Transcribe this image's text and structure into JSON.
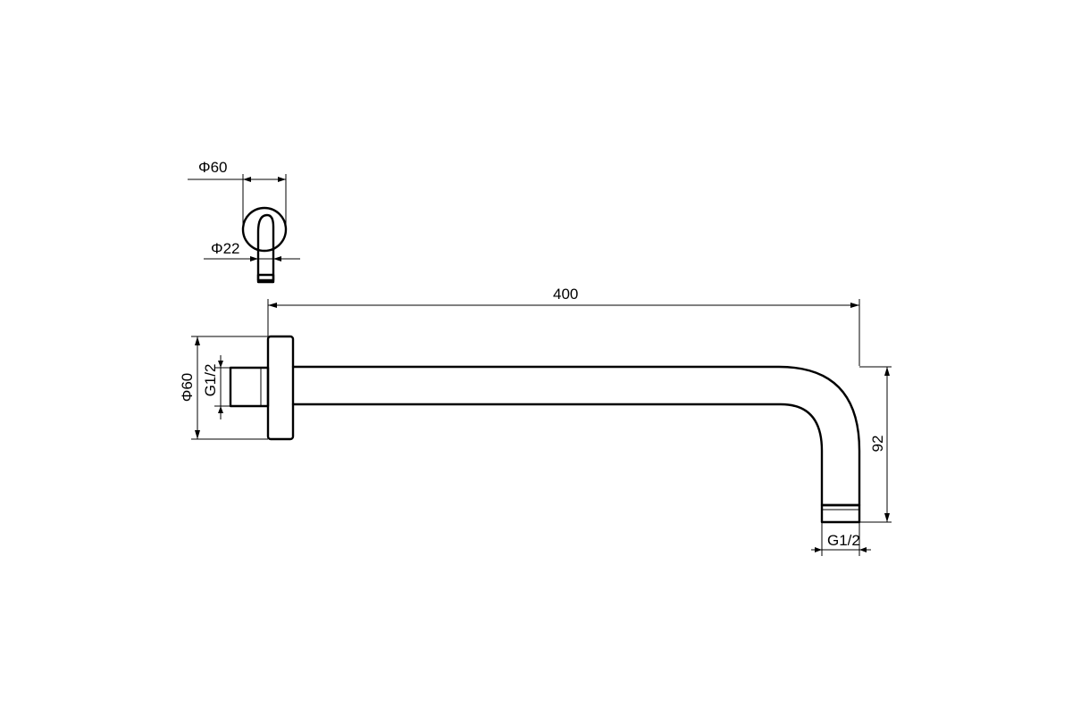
{
  "dimensions": {
    "top_view_flange_diameter": "Φ60",
    "top_view_pipe_diameter": "Φ22",
    "length": "400",
    "flange_diameter": "Φ60",
    "inlet_thread": "G1/2",
    "drop_height": "92",
    "outlet_thread": "G1/2"
  }
}
